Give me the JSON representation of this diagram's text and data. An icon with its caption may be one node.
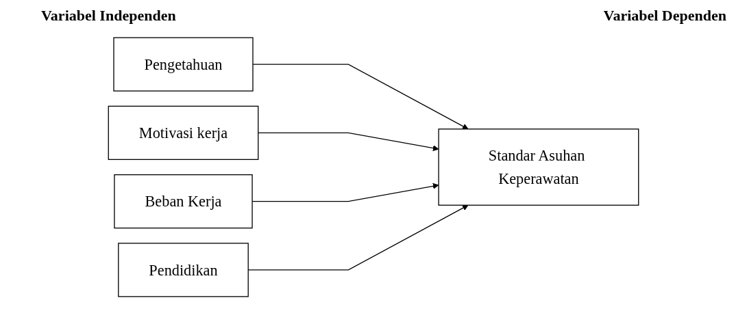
{
  "diagram": {
    "nodes": [
      {
        "text": [
          "Pengetahuan"
        ]
      },
      {
        "text": [
          "Motivasi kerja"
        ]
      },
      {
        "text": [
          "Beban Kerja"
        ]
      },
      {
        "text": [
          "Pendidikan"
        ]
      },
      {
        "text": [
          "Standar Asuhan Keperawatan"
        ]
      }
    ],
    "edges": [
      {
        "from": 0,
        "to": 4,
        "arrow": "to"
      },
      {
        "from": 1,
        "to": 4,
        "arrow": "to"
      },
      {
        "from": 2,
        "to": 4,
        "arrow": "to"
      },
      {
        "from": 3,
        "to": 4,
        "arrow": "to"
      }
    ],
    "labels": [
      "Variabel Independen",
      "Variabel Dependen"
    ]
  }
}
